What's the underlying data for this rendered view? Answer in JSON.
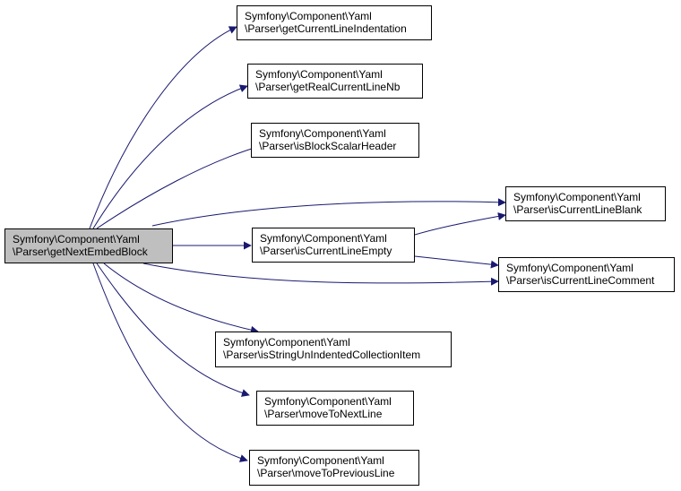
{
  "graph": {
    "root": {
      "line1": "Symfony\\Component\\Yaml",
      "line2": "\\Parser\\getNextEmbedBlock"
    },
    "callees": [
      {
        "id": "getCurrentLineIndentation",
        "line1": "Symfony\\Component\\Yaml",
        "line2": "\\Parser\\getCurrentLineIndentation"
      },
      {
        "id": "getRealCurrentLineNb",
        "line1": "Symfony\\Component\\Yaml",
        "line2": "\\Parser\\getRealCurrentLineNb"
      },
      {
        "id": "isBlockScalarHeader",
        "line1": "Symfony\\Component\\Yaml",
        "line2": "\\Parser\\isBlockScalarHeader"
      },
      {
        "id": "isCurrentLineBlank",
        "line1": "Symfony\\Component\\Yaml",
        "line2": "\\Parser\\isCurrentLineBlank"
      },
      {
        "id": "isCurrentLineEmpty",
        "line1": "Symfony\\Component\\Yaml",
        "line2": "\\Parser\\isCurrentLineEmpty"
      },
      {
        "id": "isCurrentLineComment",
        "line1": "Symfony\\Component\\Yaml",
        "line2": "\\Parser\\isCurrentLineComment"
      },
      {
        "id": "isStringUnIndentedCollectionItem",
        "line1": "Symfony\\Component\\Yaml",
        "line2": "\\Parser\\isStringUnIndentedCollectionItem"
      },
      {
        "id": "moveToNextLine",
        "line1": "Symfony\\Component\\Yaml",
        "line2": "\\Parser\\moveToNextLine"
      },
      {
        "id": "moveToPreviousLine",
        "line1": "Symfony\\Component\\Yaml",
        "line2": "\\Parser\\moveToPreviousLine"
      }
    ],
    "edges": [
      [
        "getNextEmbedBlock",
        "getCurrentLineIndentation"
      ],
      [
        "getNextEmbedBlock",
        "getRealCurrentLineNb"
      ],
      [
        "getNextEmbedBlock",
        "isBlockScalarHeader"
      ],
      [
        "getNextEmbedBlock",
        "isCurrentLineBlank"
      ],
      [
        "getNextEmbedBlock",
        "isCurrentLineEmpty"
      ],
      [
        "getNextEmbedBlock",
        "isCurrentLineComment"
      ],
      [
        "getNextEmbedBlock",
        "isStringUnIndentedCollectionItem"
      ],
      [
        "getNextEmbedBlock",
        "moveToNextLine"
      ],
      [
        "getNextEmbedBlock",
        "moveToPreviousLine"
      ],
      [
        "isCurrentLineEmpty",
        "isCurrentLineBlank"
      ],
      [
        "isCurrentLineEmpty",
        "isCurrentLineComment"
      ]
    ],
    "colors": {
      "edge": "#191970",
      "root_fill": "#bfbfbf",
      "node_fill": "#ffffff",
      "border": "#000000"
    }
  }
}
